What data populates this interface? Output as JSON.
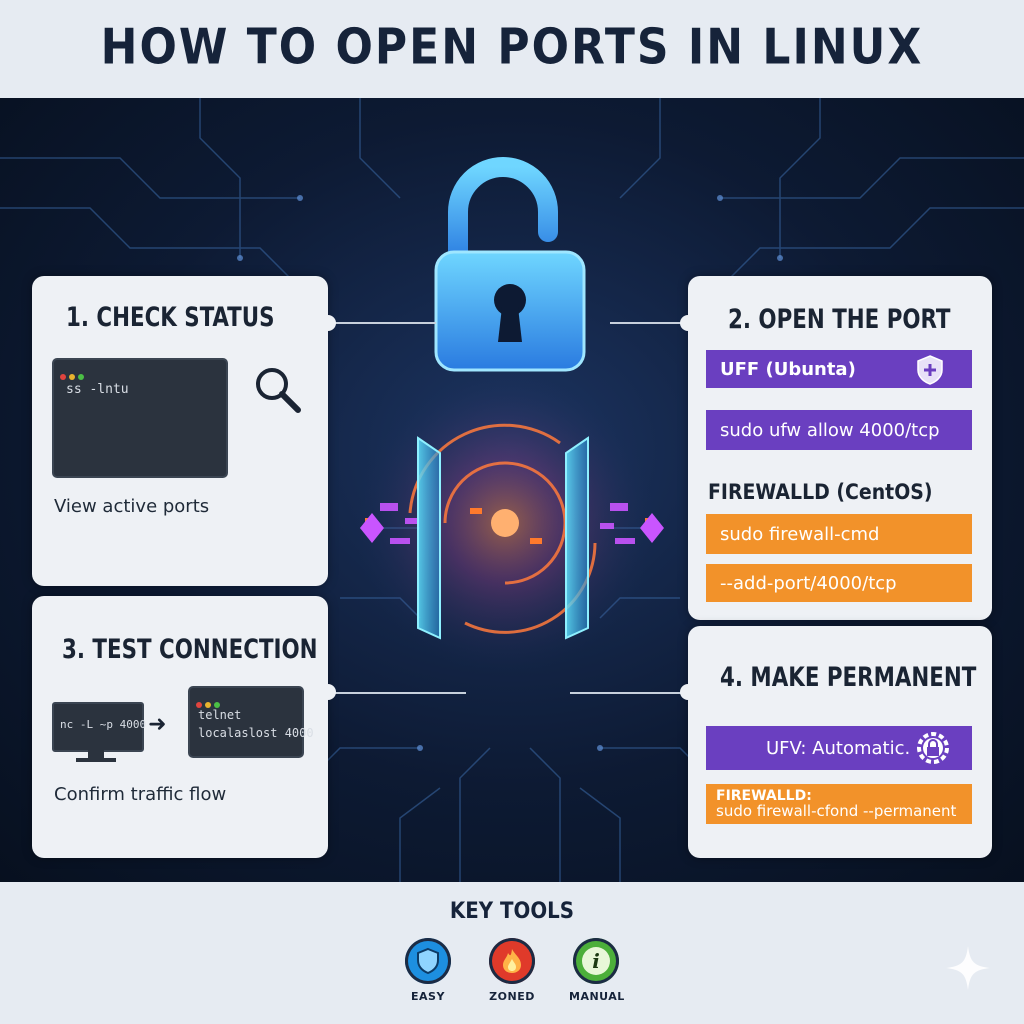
{
  "title": "HOW TO OPEN PORTS IN LINUX",
  "step1": {
    "title": "1. CHECK STATUS",
    "command": "ss -lntu",
    "caption": "View active ports"
  },
  "step2": {
    "title": "2. OPEN THE PORT",
    "ufw_label": "UFF (Ubunta)",
    "ufw_command": "sudo ufw allow 4000/tcp",
    "firewalld_label": "FIREWALLD (CentOS)",
    "firewalld_command1": "sudo firewall-cmd",
    "firewalld_command2": "--add-port/4000/tcp"
  },
  "step3": {
    "title": "3. TEST CONNECTION",
    "command_left": "nc -L ~p 4000",
    "command_right_line1": "telnet",
    "command_right_line2": "localaslost 4000",
    "caption": "Confirm traffic flow"
  },
  "step4": {
    "title": "4. MAKE PERMANENT",
    "ufw_text": "UFV: Automatic.",
    "firewalld_line1": "FIREWALLD:",
    "firewalld_line2": "sudo firewall-cfond --permanent"
  },
  "key_tools": {
    "title": "KEY TOOLS",
    "items": [
      {
        "label": "EASY",
        "icon": "shield-icon",
        "color": "#1d8fe0"
      },
      {
        "label": "ZONED",
        "icon": "flame-icon",
        "color": "#e03a2a"
      },
      {
        "label": "MANUAL",
        "icon": "info-icon",
        "color": "#4caf3a"
      }
    ]
  },
  "colors": {
    "purple": "#6a3fc0",
    "orange": "#f2922a",
    "background_dark": "#0d1a33"
  }
}
